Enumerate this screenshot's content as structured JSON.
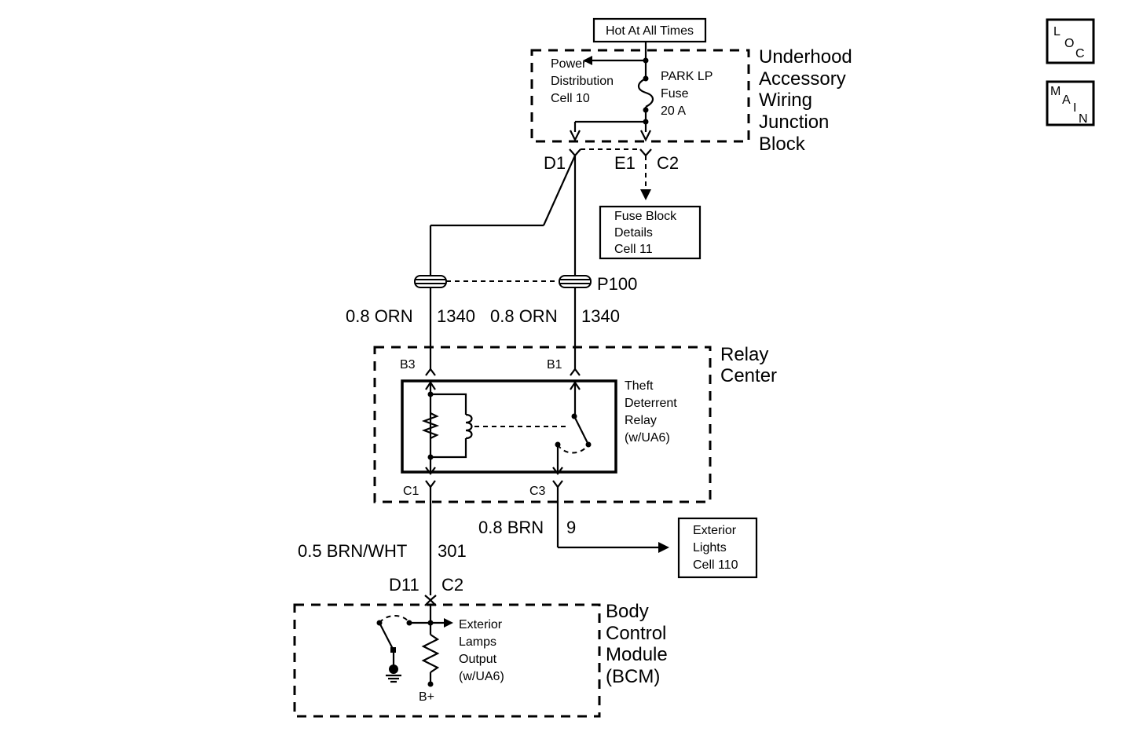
{
  "hot_label": "Hot At All Times",
  "underhood": {
    "title_lines": [
      "Underhood",
      "Accessory",
      "Wiring",
      "Junction",
      "Block"
    ],
    "power_dist_lines": [
      "Power",
      "Distribution",
      "Cell 10"
    ],
    "fuse_lines": [
      "PARK LP",
      "Fuse",
      "20 A"
    ]
  },
  "connectors": {
    "d1": "D1",
    "e1": "E1",
    "c2_top": "C2",
    "p100": "P100",
    "b3": "B3",
    "b1": "B1",
    "c1": "C1",
    "c3": "C3",
    "d11": "D11",
    "c2_bcm": "C2"
  },
  "fuse_block_box_lines": [
    "Fuse Block",
    "Details",
    "Cell 11"
  ],
  "wires": {
    "left_color": "0.8 ORN",
    "left_circuit": "1340",
    "right_color": "0.8 ORN",
    "right_circuit": "1340",
    "brn_color": "0.8 BRN",
    "brn_circuit": "9",
    "bcm_color": "0.5 BRN/WHT",
    "bcm_circuit": "301"
  },
  "relay_center": {
    "title_lines": [
      "Relay",
      "Center"
    ],
    "relay_lines": [
      "Theft",
      "Deterrent",
      "Relay",
      "(w/UA6)"
    ]
  },
  "exterior_lights_box_lines": [
    "Exterior",
    "Lights",
    "Cell 110"
  ],
  "bcm": {
    "title_lines": [
      "Body",
      "Control",
      "Module",
      "(BCM)"
    ],
    "output_lines": [
      "Exterior",
      "Lamps",
      "Output",
      "(w/UA6)"
    ],
    "bplus": "B+"
  },
  "nav": {
    "loc": [
      "L",
      "O",
      "C"
    ],
    "main": [
      "M",
      "A",
      "I",
      "N"
    ]
  }
}
